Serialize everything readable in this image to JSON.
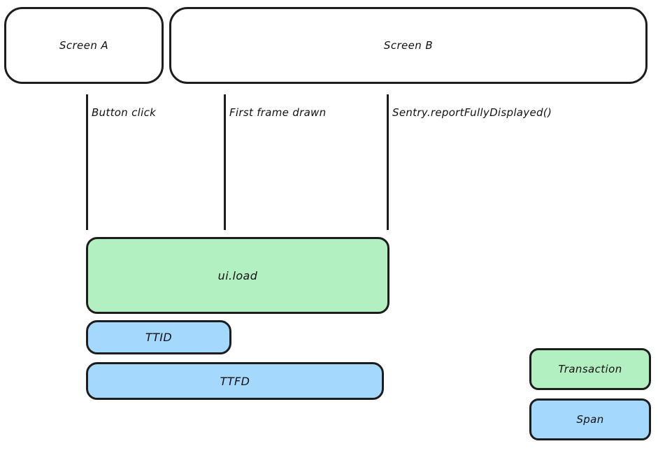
{
  "diagram": {
    "title_hidden": "",
    "background_color": "#ffffff",
    "stroke_color": "#1d1d1d",
    "transaction_color": "#b2efc1",
    "span_color": "#a5d8fd"
  },
  "screens": [
    {
      "label": "Screen A"
    },
    {
      "label": "Screen B"
    }
  ],
  "markers": [
    {
      "label": "Button click"
    },
    {
      "label": "First frame drawn"
    },
    {
      "label": "Sentry.reportFullyDisplayed()"
    }
  ],
  "bars": [
    {
      "label": "ui.load",
      "kind": "transaction",
      "color": "#b2efc1"
    },
    {
      "label": "TTID",
      "kind": "span",
      "color": "#a5d8fd"
    },
    {
      "label": "TTFD",
      "kind": "span",
      "color": "#a5d8fd"
    }
  ],
  "legend": [
    {
      "label": "Transaction",
      "color": "#b2efc1"
    },
    {
      "label": "Span",
      "color": "#a5d8fd"
    }
  ]
}
